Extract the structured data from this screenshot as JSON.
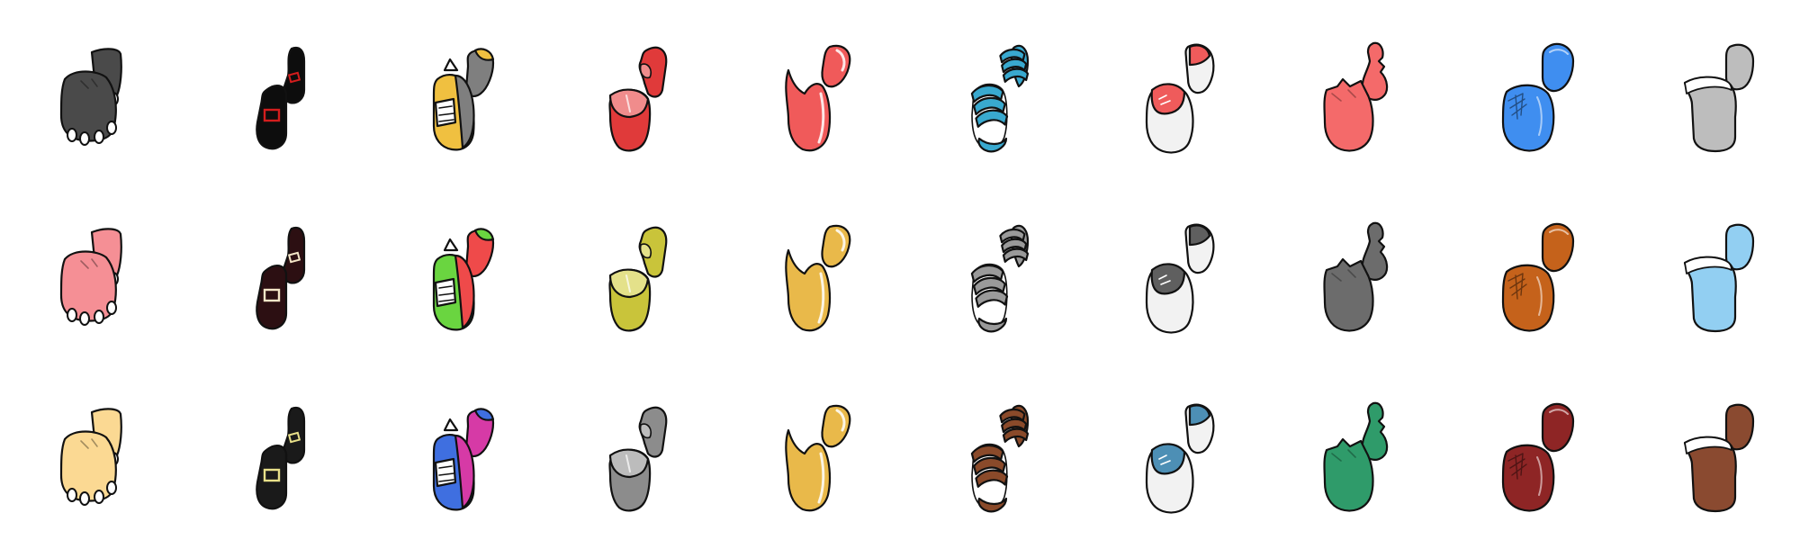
{
  "sheet": {
    "background": "#ffffff",
    "outline": "#111111",
    "rows": [
      {
        "items": [
          {
            "type": "paw",
            "colors": [
              "#4a4a4a"
            ]
          },
          {
            "type": "buckle",
            "colors": [
              "#0d0d0d",
              "#d31d1d"
            ]
          },
          {
            "type": "patch",
            "colors": [
              "#f0c040",
              "#7f7f7f",
              "#ffffff"
            ]
          },
          {
            "type": "mule",
            "colors": [
              "#e03a3a",
              "#f08c8c"
            ]
          },
          {
            "type": "curly",
            "colors": [
              "#f05a5a"
            ]
          },
          {
            "type": "strap",
            "colors": [
              "#39a9cf"
            ]
          },
          {
            "type": "sneaker",
            "colors": [
              "#ef5b5b",
              "#f2f2f2"
            ]
          },
          {
            "type": "boot",
            "colors": [
              "#f46a6a"
            ]
          },
          {
            "type": "laced",
            "colors": [
              "#3f8ef0"
            ]
          },
          {
            "type": "slip",
            "colors": [
              "#bdbdbd",
              "#ffffff"
            ]
          }
        ]
      },
      {
        "items": [
          {
            "type": "paw",
            "colors": [
              "#f58f95"
            ]
          },
          {
            "type": "buckle",
            "colors": [
              "#2c0f12",
              "#f4e6c8"
            ]
          },
          {
            "type": "patch",
            "colors": [
              "#6ad540",
              "#ef4a4a",
              "#ffffff"
            ]
          },
          {
            "type": "mule",
            "colors": [
              "#c9c43a",
              "#e4e18a"
            ]
          },
          {
            "type": "curly",
            "colors": [
              "#e9b94a"
            ]
          },
          {
            "type": "strap",
            "colors": [
              "#9a9a9a"
            ]
          },
          {
            "type": "sneaker",
            "colors": [
              "#5f5f5f",
              "#f2f2f2"
            ]
          },
          {
            "type": "boot",
            "colors": [
              "#6c6c6c"
            ]
          },
          {
            "type": "laced",
            "colors": [
              "#c5621b"
            ]
          },
          {
            "type": "slip",
            "colors": [
              "#92cff2",
              "#ffffff"
            ]
          }
        ]
      },
      {
        "items": [
          {
            "type": "paw",
            "colors": [
              "#fbd993"
            ]
          },
          {
            "type": "buckle",
            "colors": [
              "#1a1a1a",
              "#e8e08a"
            ]
          },
          {
            "type": "patch",
            "colors": [
              "#3f6fe0",
              "#d63aa6",
              "#ffffff"
            ]
          },
          {
            "type": "mule",
            "colors": [
              "#8c8c8c",
              "#bcbcbc"
            ]
          },
          {
            "type": "curly",
            "colors": [
              "#e9b94a"
            ]
          },
          {
            "type": "strap",
            "colors": [
              "#8a4a2a"
            ]
          },
          {
            "type": "sneaker",
            "colors": [
              "#4d8fb5",
              "#f2f2f2"
            ]
          },
          {
            "type": "boot",
            "colors": [
              "#2f9b6a"
            ]
          },
          {
            "type": "laced",
            "colors": [
              "#8e2525"
            ]
          },
          {
            "type": "slip",
            "colors": [
              "#8a4a30",
              "#ffffff"
            ]
          }
        ]
      }
    ]
  }
}
